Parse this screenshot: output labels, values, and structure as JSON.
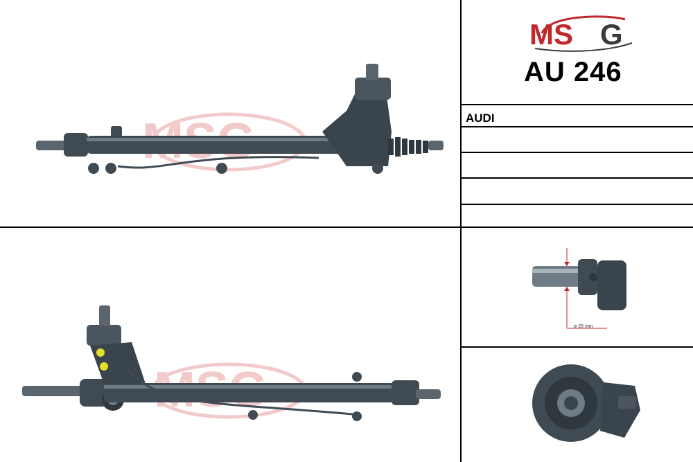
{
  "brand": {
    "logo_text": "MSG",
    "logo_red": "#c0282d",
    "logo_dark": "#3a3a3a"
  },
  "product": {
    "code": "AU 246",
    "make": "AUDI"
  },
  "detail": {
    "diameter_label": "ø 28 mm"
  },
  "watermark": {
    "text": "MSG",
    "color": "#e8a0a0"
  },
  "colors": {
    "rack_body": "#3f4a52",
    "rack_highlight": "#6f7c85",
    "yellow_fitting": "#e6df2a"
  }
}
